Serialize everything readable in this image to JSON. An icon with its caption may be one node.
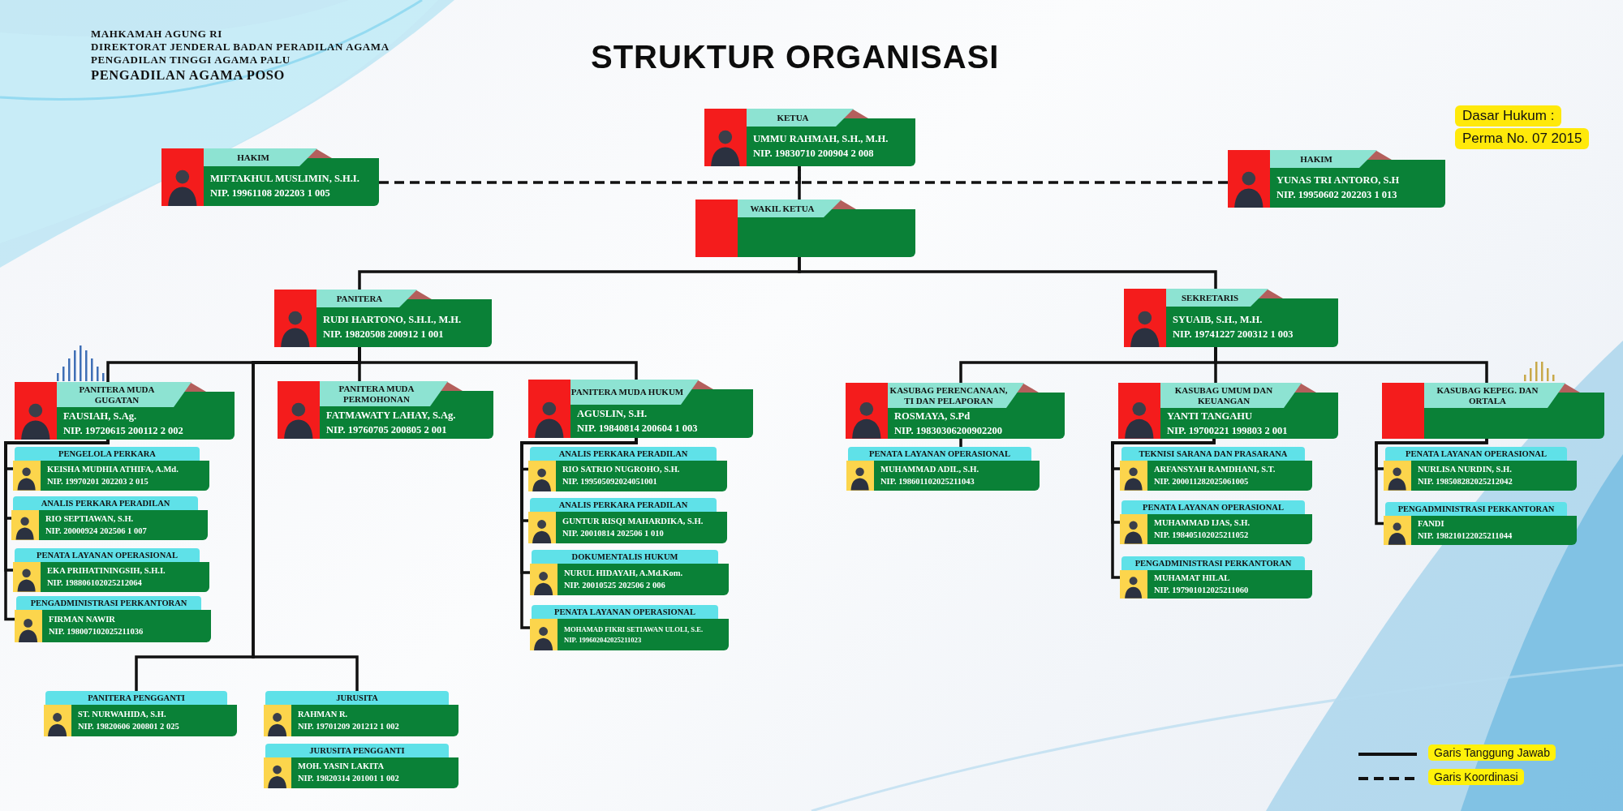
{
  "diagram": {
    "title": "STRUKTUR ORGANISASI",
    "nodes": [
      {
        "text": [
          "KETUA",
          "UMMU RAHMAH, S.H., M.H.",
          "NIP. 19830710 200904 2 008"
        ]
      },
      {
        "text": [
          "HAKIM",
          "MIFTAKHUL MUSLIMIN, S.H.I.",
          "NIP. 19961108 202203 1 005"
        ]
      },
      {
        "text": [
          "HAKIM",
          "YUNAS TRI ANTORO, S.H",
          "NIP. 19950602 202203 1 013"
        ]
      },
      {
        "text": [
          "WAKIL KETUA"
        ]
      },
      {
        "text": [
          "PANITERA",
          "RUDI HARTONO, S.H.I., M.H.",
          "NIP. 19820508 200912 1 001"
        ]
      },
      {
        "text": [
          "SEKRETARIS",
          "SYUAIB, S.H., M.H.",
          "NIP. 19741227 200312 1 003"
        ]
      },
      {
        "text": [
          "PANITERA MUDA GUGATAN",
          "FAUSIAH, S.Ag.",
          "NIP. 19720615 200112 2 002"
        ]
      },
      {
        "text": [
          "PANITERA MUDA PERMOHONAN",
          "FATMAWATY LAHAY, S.Ag.",
          "NIP. 19760705 200805 2 001"
        ]
      },
      {
        "text": [
          "PANITERA MUDA HUKUM",
          "AGUSLIN, S.H.",
          "NIP. 19840814 200604 1 003"
        ]
      },
      {
        "text": [
          "KASUBAG PERENCANAAN, TI DAN PELAPORAN",
          "ROSMAYA, S.Pd",
          "NIP. 19830306200902200"
        ]
      },
      {
        "text": [
          "KASUBAG UMUM DAN KEUANGAN",
          "YANTI TANGAHU",
          "NIP. 19700221 199803 2 001"
        ]
      },
      {
        "text": [
          "KASUBAG KEPEG. DAN ORTALA"
        ]
      },
      {
        "text": [
          "PENGELOLA PERKARA",
          "KEISHA MUDHIA ATHIFA, A.Md.",
          "NIP. 19970201 202203 2 015"
        ]
      },
      {
        "text": [
          "ANALIS PERKARA PERADILAN",
          "RIO SEPTIAWAN, S.H.",
          "NIP. 20000924 202506 1 007"
        ]
      },
      {
        "text": [
          "PENATA LAYANAN OPERASIONAL",
          "EKA PRIHATININGSIH, S.H.I.",
          "NIP. 198806102025212064"
        ]
      },
      {
        "text": [
          "PENGADMINISTRASI PERKANTORAN",
          "FIRMAN NAWIR",
          "NIP. 198007102025211036"
        ]
      },
      {
        "text": [
          "ANALIS PERKARA PERADILAN",
          "RIO SATRIO NUGROHO, S.H.",
          "NIP. 199505092024051001"
        ]
      },
      {
        "text": [
          "ANALIS PERKARA PERADILAN",
          "GUNTUR RISQI MAHARDIKA, S.H.",
          "NIP. 20010814 202506 1 010"
        ]
      },
      {
        "text": [
          "DOKUMENTALIS HUKUM",
          "NURUL HIDAYAH, A.Md.Kom.",
          "NIP. 20010525 202506 2 006"
        ]
      },
      {
        "text": [
          "PENATA LAYANAN OPERASIONAL",
          "MOHAMAD FIKRI SETIAWAN ULOLI, S.E.",
          "NIP. 199602042025211023"
        ]
      },
      {
        "text": [
          "PENATA LAYANAN OPERASIONAL",
          "MUHAMMAD ADIL, S.H.",
          "NIP. 198601102025211043"
        ]
      },
      {
        "text": [
          "TEKNISI SARANA DAN PRASARANA",
          "ARFANSYAH RAMDHANI, S.T.",
          "NIP. 200011282025061005"
        ]
      },
      {
        "text": [
          "PENATA LAYANAN OPERASIONAL",
          "MUHAMMAD IJAS, S.H.",
          "NIP. 198405102025211052"
        ]
      },
      {
        "text": [
          "PENGADMINISTRASI PERKANTORAN",
          "MUHAMAT HILAL",
          "NIP. 197901012025211060"
        ]
      },
      {
        "text": [
          "PENATA LAYANAN OPERASIONAL",
          "NURLISA NURDIN, S.H.",
          "NIP. 198508282025212042"
        ]
      },
      {
        "text": [
          "PENGADMINISTRASI PERKANTORAN",
          "FANDI",
          "NIP. 198210122025211044"
        ]
      },
      {
        "text": [
          "PANITERA PENGGANTI",
          "ST. NURWAHIDA, S.H.",
          "NIP. 19820606 200801 2 025"
        ]
      },
      {
        "text": [
          "JURUSITA",
          "RAHMAN R.",
          "NIP. 19701209 201212 1 002"
        ]
      },
      {
        "text": [
          "JURUSITA PENGGANTI",
          "MOH. YASIN LAKITA",
          "NIP. 19820314 201001 1 002"
        ]
      }
    ],
    "edges": [
      {
        "from": 0,
        "to": 3,
        "arrow": "none"
      },
      {
        "from": 1,
        "to": 0,
        "arrow": "none",
        "style": "dashed"
      },
      {
        "from": 2,
        "to": 0,
        "arrow": "none",
        "style": "dashed"
      },
      {
        "from": 3,
        "to": 4,
        "arrow": "none"
      },
      {
        "from": 3,
        "to": 5,
        "arrow": "none"
      },
      {
        "from": 4,
        "to": 6,
        "arrow": "none"
      },
      {
        "from": 4,
        "to": 7,
        "arrow": "none"
      },
      {
        "from": 4,
        "to": 8,
        "arrow": "none"
      },
      {
        "from": 4,
        "to": 26,
        "arrow": "none"
      },
      {
        "from": 4,
        "to": 27,
        "arrow": "none"
      },
      {
        "from": 6,
        "to": 12,
        "arrow": "none"
      },
      {
        "from": 6,
        "to": 13,
        "arrow": "none"
      },
      {
        "from": 6,
        "to": 14,
        "arrow": "none"
      },
      {
        "from": 6,
        "to": 15,
        "arrow": "none"
      },
      {
        "from": 8,
        "to": 16,
        "arrow": "none"
      },
      {
        "from": 8,
        "to": 17,
        "arrow": "none"
      },
      {
        "from": 8,
        "to": 18,
        "arrow": "none"
      },
      {
        "from": 8,
        "to": 19,
        "arrow": "none"
      },
      {
        "from": 5,
        "to": 9,
        "arrow": "none"
      },
      {
        "from": 5,
        "to": 10,
        "arrow": "none"
      },
      {
        "from": 5,
        "to": 11,
        "arrow": "none"
      },
      {
        "from": 9,
        "to": 20,
        "arrow": "none"
      },
      {
        "from": 10,
        "to": 21,
        "arrow": "none"
      },
      {
        "from": 10,
        "to": 22,
        "arrow": "none"
      },
      {
        "from": 10,
        "to": 23,
        "arrow": "none"
      },
      {
        "from": 11,
        "to": 24,
        "arrow": "none"
      },
      {
        "from": 11,
        "to": 25,
        "arrow": "none"
      }
    ],
    "labels": [
      "MAHKAMAH AGUNG RI",
      "DIREKTORAT JENDERAL BADAN PERADILAN AGAMA",
      "PENGADILAN TINGGI AGAMA PALU",
      "PENGADILAN AGAMA POSO",
      "Dasar Hukum :",
      "Perma No. 07 2015"
    ],
    "legend": [
      {
        "text": "Garis Tanggung Jawab"
      },
      {
        "text": "Garis Koordinasi"
      }
    ]
  }
}
